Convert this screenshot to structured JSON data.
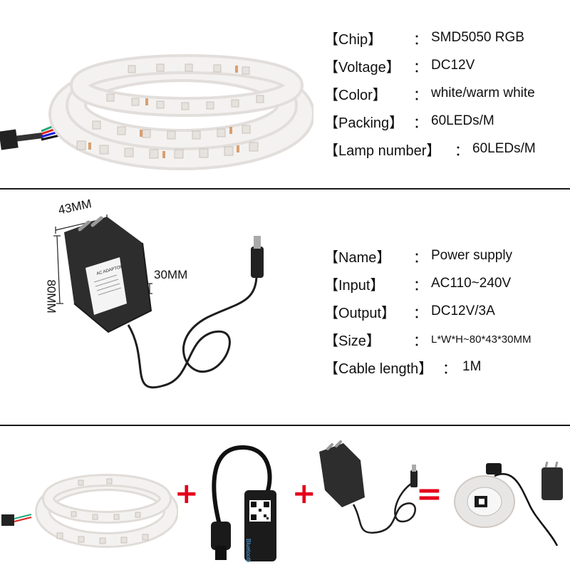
{
  "strip_specs": [
    {
      "label": "【Chip】",
      "value": "SMD5050 RGB"
    },
    {
      "label": "【Voltage】",
      "value": "DC12V"
    },
    {
      "label": "【Color】",
      "value": "white/warm white"
    },
    {
      "label": "【Packing】",
      "value": "60LEDs/M"
    },
    {
      "label": "【Lamp number】",
      "value": "60LEDs/M"
    }
  ],
  "adapter_specs": [
    {
      "label": "【Name】",
      "value": "Power supply"
    },
    {
      "label": "【Input】",
      "value": "AC110~240V"
    },
    {
      "label": "【Output】",
      "value": "DC12V/3A"
    },
    {
      "label": "【Size】",
      "value": "L*W*H~80*43*30MM"
    },
    {
      "label": "【Cable length】",
      "value": "1M"
    }
  ],
  "colon": "：",
  "dimensions": {
    "width": "43MM",
    "height": "80MM",
    "depth": "30MM"
  },
  "adapter_label": "AC ADAPTOR",
  "controller_label": "Bluetooth",
  "operators": {
    "plus": "+",
    "equals": "="
  },
  "colors": {
    "accent": "#e4001b",
    "divider": "#1a1a1a",
    "adapter_body": "#2b2b2b",
    "strip": "#f2f0ee",
    "led": "#e9e6e2"
  }
}
